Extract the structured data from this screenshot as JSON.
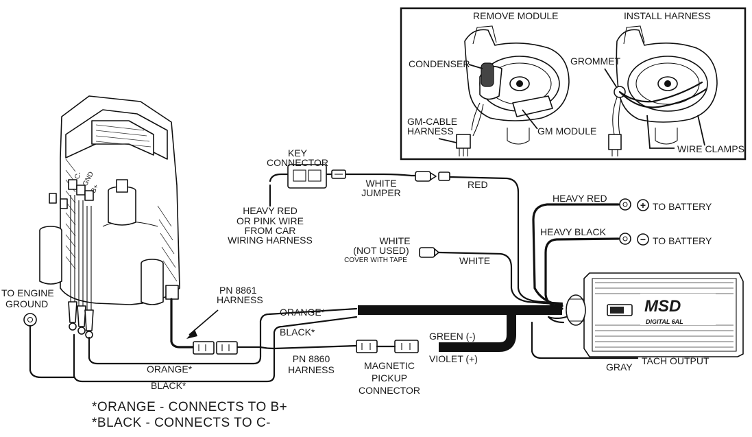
{
  "inset": {
    "left_title": "REMOVE MODULE",
    "right_title": "INSTALL HARNESS",
    "condenser": "CONDENSER",
    "gm_cable_line1": "GM-CABLE",
    "gm_cable_line2": "HARNESS",
    "gm_module": "GM MODULE",
    "grommet": "GROMMET",
    "wire_clamps": "WIRE CLAMPS"
  },
  "distributor": {
    "terminal_c_minus": "C-",
    "terminal_gnd": "GND",
    "terminal_b_plus": "B+"
  },
  "labels": {
    "key_connector_line1": "KEY",
    "key_connector_line2": "CONNECTOR",
    "white_jumper_line1": "WHITE",
    "white_jumper_line2": "JUMPER",
    "red": "RED",
    "heavy_red_wire_line1": "HEAVY RED",
    "heavy_red_wire_line2": "OR PINK WIRE",
    "heavy_red_wire_line3": "FROM CAR",
    "heavy_red_wire_line4": "WIRING HARNESS",
    "heavy_red": "HEAVY RED",
    "to_battery_pos": "TO BATTERY",
    "heavy_black": "HEAVY BLACK",
    "to_battery_neg": "TO BATTERY",
    "white_not_used_line1": "WHITE",
    "white_not_used_line2": "(NOT USED)",
    "white_not_used_line3": "COVER WITH TAPE",
    "white": "WHITE",
    "to_engine_ground_line1": "TO ENGINE",
    "to_engine_ground_line2": "GROUND",
    "pn8861_line1": "PN 8861",
    "pn8861_line2": "HARNESS",
    "orange_star_top": "ORANGE*",
    "black_star_top": "BLACK*",
    "green": "GREEN (-)",
    "violet": "VIOLET (+)",
    "pn8860_line1": "PN 8860",
    "pn8860_line2": "HARNESS",
    "magnetic_line1": "MAGNETIC",
    "magnetic_line2": "PICKUP",
    "magnetic_line3": "CONNECTOR",
    "orange_star_bottom": "ORANGE*",
    "black_star_bottom": "BLACK*",
    "tach_output": "TACH OUTPUT",
    "gray": "GRAY",
    "positive_symbol": "+",
    "negative_symbol": "−"
  },
  "box": {
    "brand": "MSD",
    "model": "DIGITAL 6AL"
  },
  "notes": {
    "line1": "*ORANGE - CONNECTS TO B+",
    "line2": "*BLACK - CONNECTS TO C-"
  }
}
